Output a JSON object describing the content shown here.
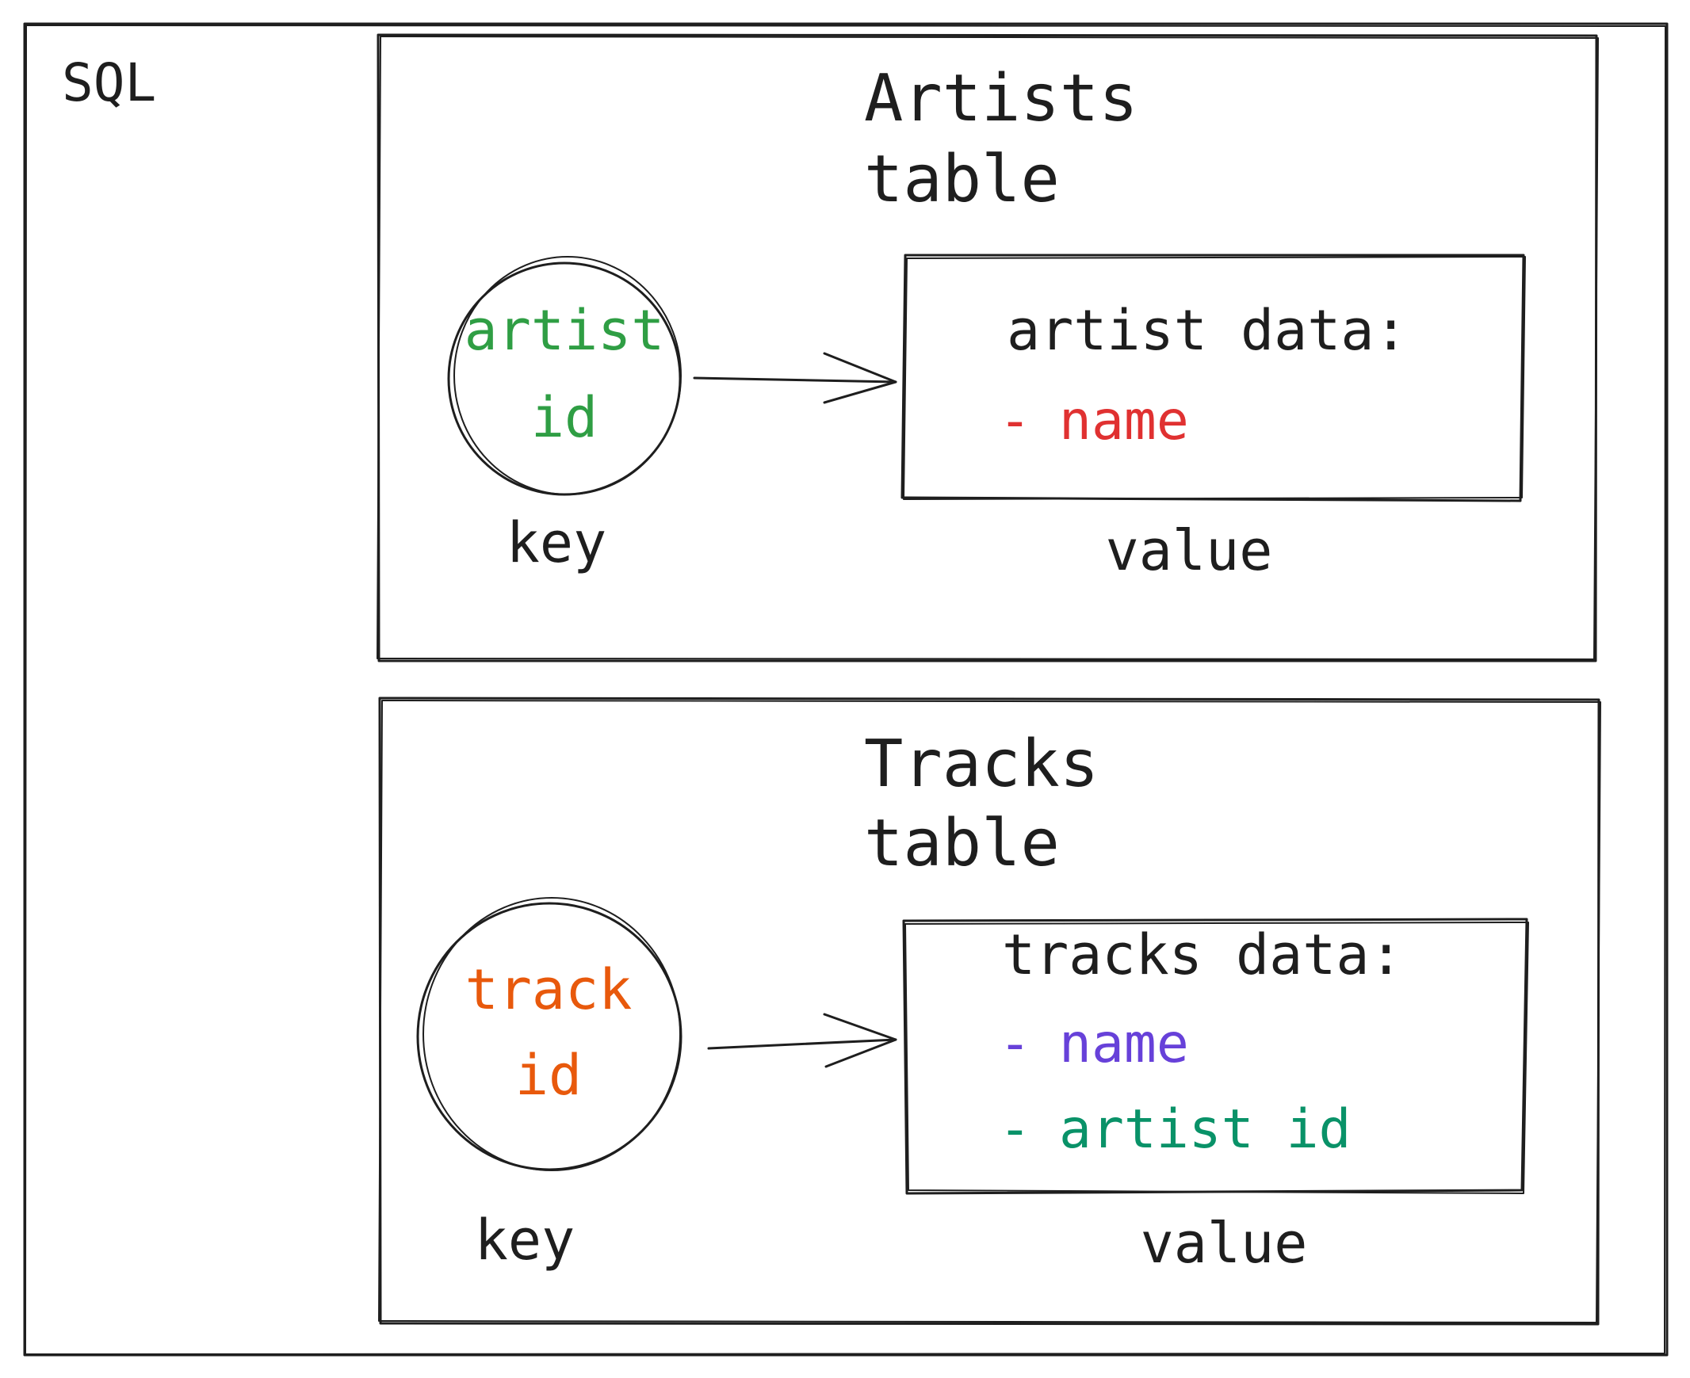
{
  "outer": {
    "label": "SQL"
  },
  "artists": {
    "title_line1": "Artists",
    "title_line2": "table",
    "key": {
      "line1": "artist",
      "line2": "id",
      "caption": "key"
    },
    "value": {
      "heading": "artist data:",
      "items": [
        {
          "dash": "-",
          "text": "name"
        }
      ],
      "caption": "value"
    }
  },
  "tracks": {
    "title_line1": "Tracks",
    "title_line2": "table",
    "key": {
      "line1": "track",
      "line2": "id",
      "caption": "key"
    },
    "value": {
      "heading": "tracks data:",
      "items": [
        {
          "dash": "-",
          "text": "name"
        },
        {
          "dash": "-",
          "text": "artist id"
        }
      ],
      "caption": "value"
    }
  },
  "colors": {
    "stroke": "#1e1e1e",
    "artist_key": "#2f9e44",
    "artist_name": "#e03131",
    "track_key": "#e8590c",
    "track_name": "#6741d9",
    "track_artist_id": "#099268"
  }
}
